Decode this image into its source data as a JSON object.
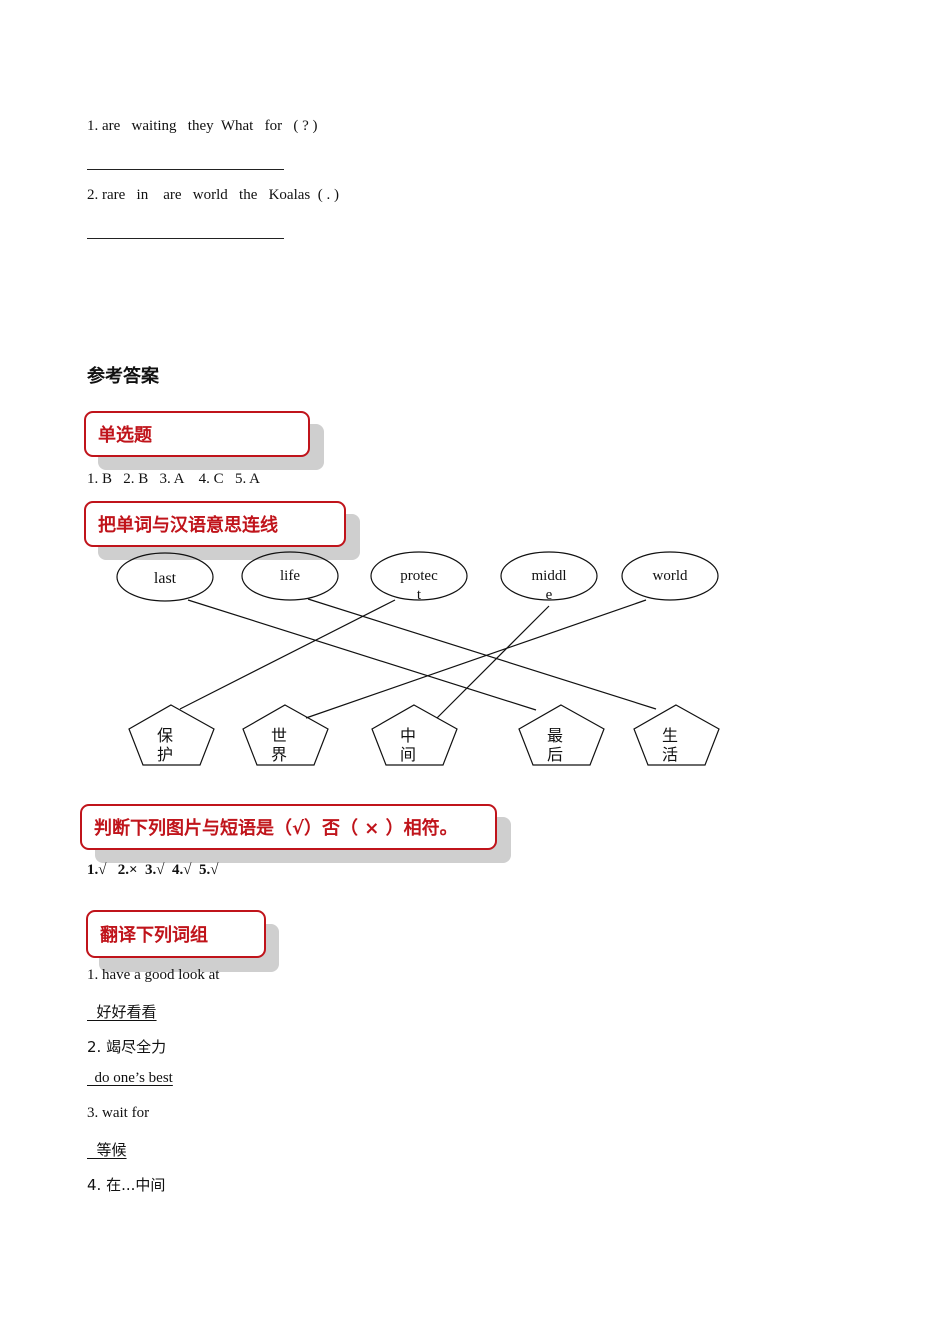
{
  "reorder_questions": [
    {
      "label": "1. are   waiting   they  What   for   ( ? )"
    },
    {
      "label": "2. rare   in    are   world   the   Koalas  ( . )"
    }
  ],
  "answers": {
    "title": "参考答案",
    "colors": {
      "badge_border": "#c0141b",
      "badge_text": "#c0141b",
      "badge_shadow": "#cfcfcf"
    },
    "sections": {
      "multiple_choice": {
        "heading": "单选题",
        "answers_line": "1. B   2. B   3. A    4. C   5. A"
      },
      "matching": {
        "heading": "把单词与汉语意思连线",
        "words": [
          {
            "line1": "last",
            "line2": ""
          },
          {
            "line1": "life",
            "line2": ""
          },
          {
            "line1": "protec",
            "line2": "t"
          },
          {
            "line1": "middl",
            "line2": "e"
          },
          {
            "line1": "world",
            "line2": ""
          }
        ],
        "meanings": [
          {
            "line1": "保",
            "line2": "护"
          },
          {
            "line1": "世",
            "line2": "界"
          },
          {
            "line1": "中",
            "line2": "间"
          },
          {
            "line1": "最",
            "line2": "后"
          },
          {
            "line1": "生",
            "line2": "活"
          }
        ],
        "connections": [
          {
            "word": "last",
            "meaning": "最后"
          },
          {
            "word": "life",
            "meaning": "生活"
          },
          {
            "word": "protect",
            "meaning": "保护"
          },
          {
            "word": "middle",
            "meaning": "中间"
          },
          {
            "word": "world",
            "meaning": "世界"
          }
        ]
      },
      "true_false": {
        "heading": "判断下列图片与短语是（√）否（ × ）相符。",
        "answers_line": "1.√   2.×  3.√  4.√  5.√"
      },
      "translation": {
        "heading": "翻译下列词组",
        "items": [
          {
            "prompt": "1. have a good look at",
            "answer": "  好好看看"
          },
          {
            "prompt": "2. 竭尽全力",
            "answer": "  do one’s best"
          },
          {
            "prompt": "3. wait for",
            "answer": "  等候"
          },
          {
            "prompt": "4. 在...中间",
            "answer": ""
          }
        ]
      }
    }
  }
}
